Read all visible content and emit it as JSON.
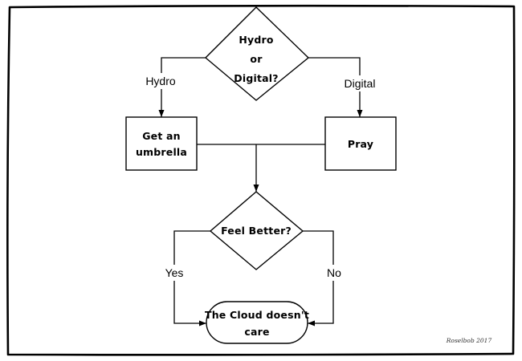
{
  "nodes": {
    "decision_top": {
      "lines": [
        "Hydro",
        "or",
        "Digital?"
      ]
    },
    "get_umbrella": {
      "lines": [
        "Get an",
        "umbrella"
      ]
    },
    "pray": {
      "lines": [
        "Pray"
      ]
    },
    "feel_better": {
      "lines": [
        "Feel Better?"
      ]
    },
    "terminal": {
      "lines": [
        "The Cloud doesn't",
        "care"
      ]
    }
  },
  "edge_labels": {
    "hydro": "Hydro",
    "digital": "Digital",
    "yes": "Yes",
    "no": "No"
  },
  "signature": "Roselbob 2017"
}
